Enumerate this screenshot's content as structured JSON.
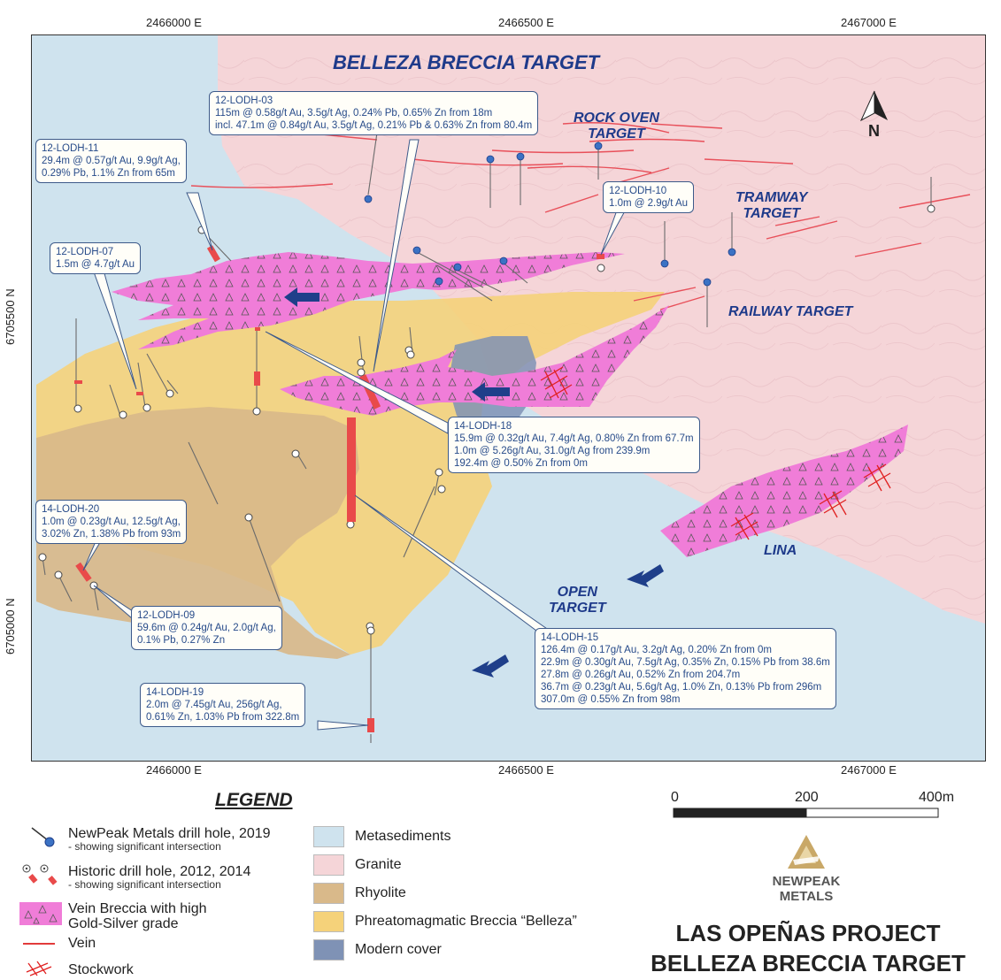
{
  "coords": {
    "x_labels": [
      "2466000 E",
      "2466500 E",
      "2467000 E"
    ],
    "y_labels": [
      "6705500 N",
      "6705000 N"
    ]
  },
  "targets": {
    "belleza": "BELLEZA BRECCIA TARGET",
    "rock_oven": [
      "ROCK OVEN",
      "TARGET"
    ],
    "tramway": [
      "TRAMWAY",
      "TARGET"
    ],
    "railway": "RAILWAY TARGET",
    "lina": "LINA",
    "open": [
      "OPEN",
      "TARGET"
    ]
  },
  "callouts": {
    "lodh03": [
      "12-LODH-03",
      "115m @ 0.58g/t Au, 3.5g/t Ag, 0.24% Pb, 0.65% Zn from 18m",
      "incl. 47.1m @ 0.84g/t Au, 3.5g/t Ag, 0.21% Pb & 0.63% Zn from 80.4m"
    ],
    "lodh11": [
      "12-LODH-11",
      "29.4m @ 0.57g/t Au, 9.9g/t Ag,",
      "0.29% Pb, 1.1% Zn from 65m"
    ],
    "lodh10": [
      "12-LODH-10",
      "1.0m @ 2.9g/t Au"
    ],
    "lodh07": [
      "12-LODH-07",
      "1.5m @ 4.7g/t Au"
    ],
    "lodh18": [
      "14-LODH-18",
      "15.9m @ 0.32g/t Au, 7.4g/t Ag, 0.80% Zn from 67.7m",
      "1.0m @ 5.26g/t Au, 31.0g/t Ag from 239.9m",
      "192.4m @ 0.50% Zn from 0m"
    ],
    "lodh20": [
      "14-LODH-20",
      "1.0m @ 0.23g/t Au, 12.5g/t Ag,",
      "3.02% Zn, 1.38% Pb from 93m"
    ],
    "lodh09": [
      "12-LODH-09",
      "59.6m @ 0.24g/t Au, 2.0g/t Ag,",
      "0.1% Pb, 0.27% Zn"
    ],
    "lodh15": [
      "14-LODH-15",
      "126.4m @ 0.17g/t Au, 3.2g/t Ag, 0.20% Zn from 0m",
      "22.9m @ 0.30g/t Au, 7.5g/t Ag, 0.35% Zn, 0.15% Pb from 38.6m",
      "27.8m @ 0.26g/t Au, 0.52% Zn from 204.7m",
      "36.7m @ 0.23g/t Au, 5.6g/t Ag, 1.0% Zn, 0.13% Pb from 296m",
      "307.0m @ 0.55% Zn from 98m"
    ],
    "lodh19": [
      "14-LODH-19",
      "2.0m @ 7.45g/t Au, 256g/t Ag,",
      "0.61% Zn, 1.03% Pb from 322.8m"
    ]
  },
  "north": "N",
  "legend": {
    "title": "LEGEND",
    "newpeak": "NewPeak Metals drill hole, 2019",
    "newpeak_sub": "- showing significant intersection",
    "historic": "Historic drill hole, 2012, 2014",
    "historic_sub": "- showing significant intersection",
    "vein_breccia_1": "Vein Breccia with high",
    "vein_breccia_2": "Gold-Silver grade",
    "vein": "Vein",
    "stockwork": "Stockwork",
    "metasediments": "Metasediments",
    "granite": "Granite",
    "rhyolite": "Rhyolite",
    "phreato": "Phreatomagmatic Breccia “Belleza”",
    "modern": "Modern cover"
  },
  "scale": {
    "labels": [
      "0",
      "200",
      "400m"
    ]
  },
  "logo": {
    "line1": "NEWPEAK",
    "line2": "METALS"
  },
  "project": {
    "line1": "LAS OPEÑAS PROJECT",
    "line2": "BELLEZA BRECCIA TARGET"
  },
  "colors": {
    "metasediments": "#cfe3ee",
    "granite": "#f5d5d8",
    "rhyolite": "#d9b98a",
    "phreato": "#f5d27a",
    "modern": "#7f92b5",
    "vein_breccia": "#f07dd8",
    "vein": "#e23b3b",
    "drill_blue": "#3b72c4"
  }
}
